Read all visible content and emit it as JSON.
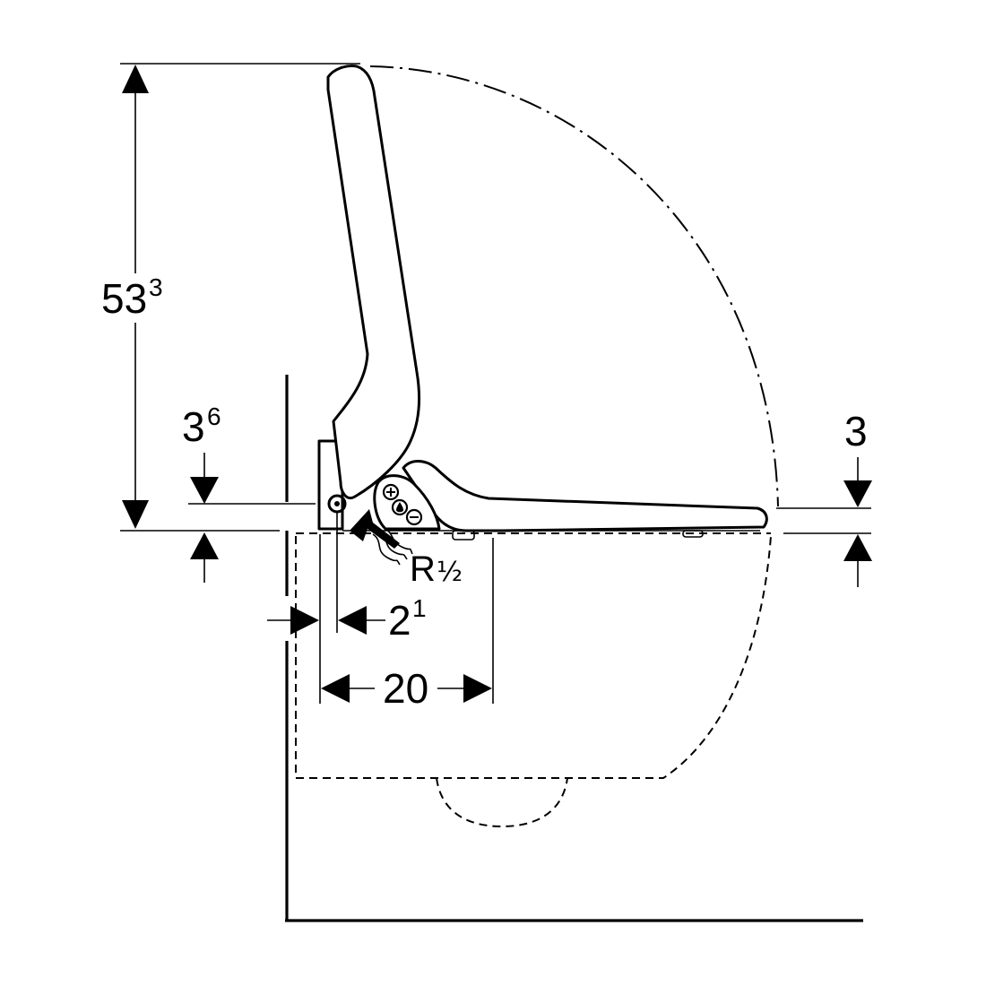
{
  "dimensions": {
    "total_height": {
      "main": "53",
      "sup": "3"
    },
    "pipe_height": {
      "main": "3",
      "sup": "6"
    },
    "seat_gap": {
      "main": "3",
      "sup": ""
    },
    "pipe_offset": {
      "main": "2",
      "sup": "1"
    },
    "bracket_depth": {
      "main": "20",
      "sup": ""
    }
  },
  "connection": {
    "label": "R",
    "fraction": "½"
  },
  "control_icons": [
    "plus-icon",
    "water-drop-icon",
    "minus-icon"
  ]
}
